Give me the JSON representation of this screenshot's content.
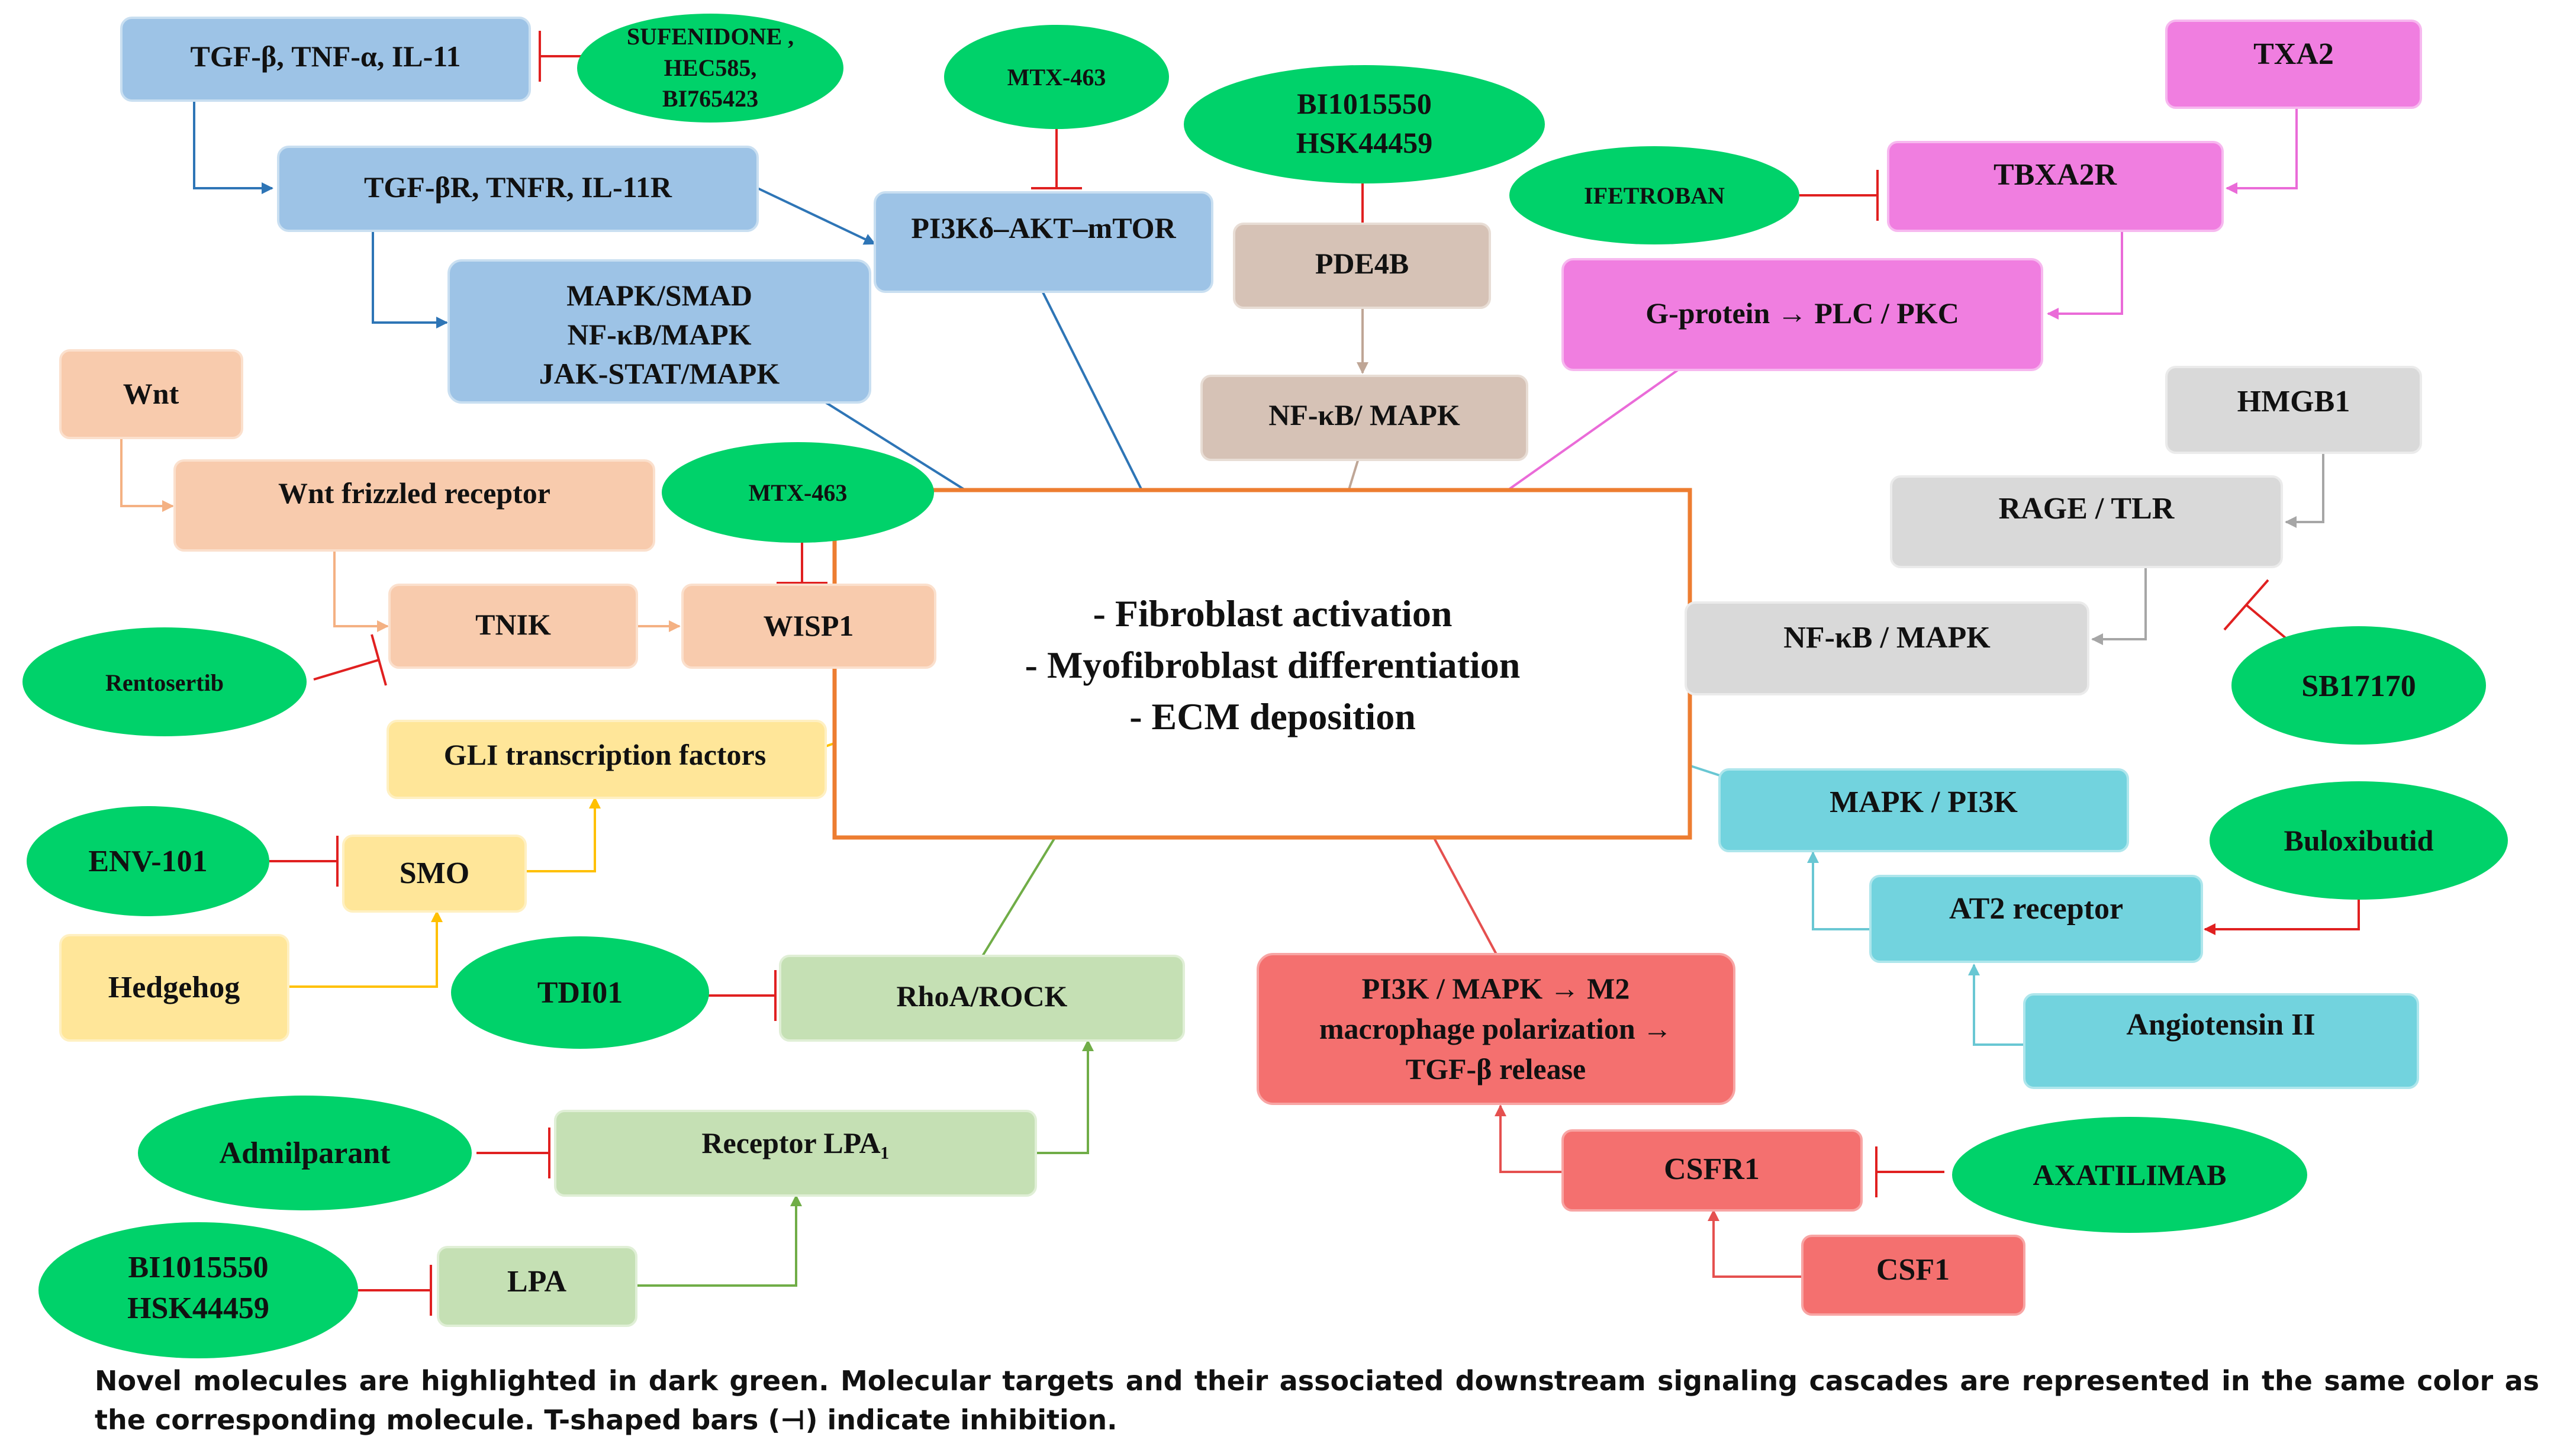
{
  "center": {
    "lines": [
      "- Fibroblast activation",
      "- Myofibroblast differentiation",
      "- ECM deposition"
    ]
  },
  "nodes": {
    "tgf_ligands": "TGF-β, TNF-α,  IL-11",
    "tgf_receptors": "TGF-βR, TNFR, IL-11R",
    "pi3k_akt": "PI3Kδ–AKT–mTOR",
    "mapk_smad": [
      "MAPK/SMAD",
      "NF-κB/MAPK",
      "JAK-STAT/MAPK"
    ],
    "wnt": "Wnt",
    "wnt_receptor": "Wnt  frizzled  receptor",
    "tnik": "TNIK",
    "wisp1": "WISP1",
    "gli": "GLI transcription  factors",
    "smo": "SMO",
    "hedgehog": "Hedgehog",
    "rhoa": "RhoA/ROCK",
    "lpa1": "Receptor LPA₁",
    "lpa": "LPA",
    "pde4b": "PDE4B",
    "nfkb_mapk_top": "NF-κB/ MAPK",
    "txa2": "TXA2",
    "tbxa2r": "TBXA2R",
    "gprotein": "G-protein  → PLC / PKC",
    "hmgb1": "HMGB1",
    "rage": "RAGE / TLR",
    "nfkb_mapk_right": "NF-κB / MAPK",
    "mapk_pi3k": "MAPK / PI3K",
    "at2": "AT2 receptor",
    "angiotensin": "Angiotensin  II",
    "pi3k_m2": [
      "PI3K / MAPK → M2",
      "macrophage  polarization  →",
      "TGF-β  release"
    ],
    "csfr1": "CSFR1",
    "csf1": "CSF1"
  },
  "drugs": {
    "sufenidone": [
      "SUFENIDONE ,",
      "HEC585,",
      "BI765423"
    ],
    "mtx_top": "MTX-463",
    "bi_top": [
      "BI1015550",
      "HSK44459"
    ],
    "ifetroban": "IFETROBAN",
    "mtx_mid": "MTX-463",
    "rentosertib": "Rentosertib",
    "env101": "ENV-101",
    "tdi01": "TDI01",
    "admilparant": "Admilparant",
    "bi_bottom": [
      "BI1015550",
      "HSK44459"
    ],
    "sb17170": "SB17170",
    "buloxibutid": "Buloxibutid",
    "axatilimab": "AXATILIMAB"
  },
  "caption": "Novel molecules are highlighted in dark green. Molecular targets and their associated downstream signaling cascades are represented in the same color as the corresponding molecule. T-shaped bars (⊣) indicate inhibition.",
  "colors": {
    "blue": "#9dc3e6",
    "blue_line": "#2e75b6",
    "peach": "#f8cbad",
    "peach_line": "#f4b183",
    "yellow": "#ffe699",
    "yellow_line": "#ffc000",
    "green_light": "#c5e0b4",
    "green_line": "#70ad47",
    "tan": "#d6c2b6",
    "tan_line": "#bfa696",
    "magenta": "#f07ee0",
    "magenta_line": "#ea6bd8",
    "grey": "#d9d9d9",
    "grey_line": "#a6a6a6",
    "cyan": "#72d3de",
    "cyan_line": "#69c7d3",
    "red": "#f4706f",
    "red_line": "#e5504f",
    "drug_green": "#00d26a",
    "inhibit_red": "#e02020",
    "center_border": "#ed7d31"
  }
}
